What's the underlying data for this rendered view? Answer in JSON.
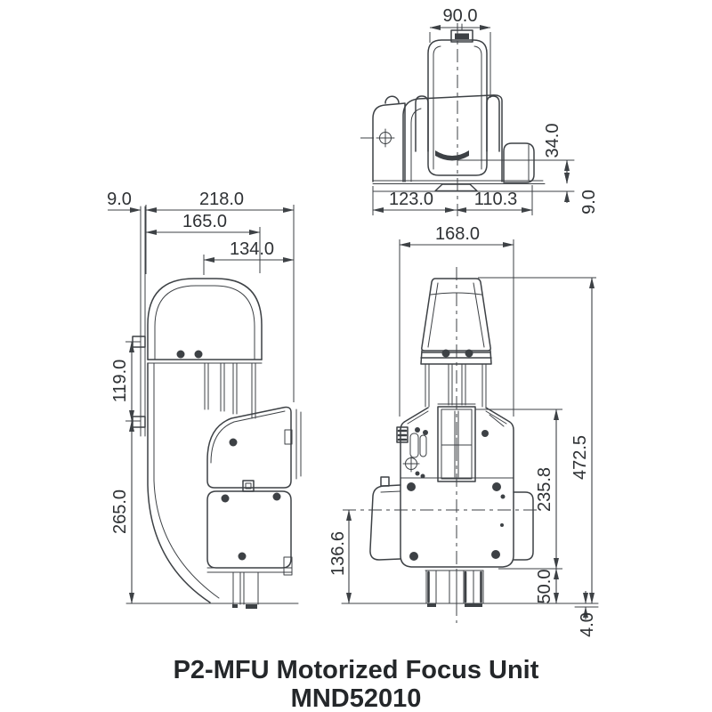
{
  "drawing": {
    "title_line1": "P2-MFU Motorized Focus Unit",
    "title_line2": "MND52010",
    "line_color": "#3d4145",
    "text_color": "#2e3134",
    "views": {
      "top": {
        "label": "top-view",
        "dims": {
          "head_width": "90.0",
          "step_height": "34.0",
          "base_offset": "9.0",
          "rear_width": "123.0",
          "front_width": "110.3"
        }
      },
      "side": {
        "label": "side-view",
        "dims": {
          "rear_offset": "9.0",
          "total_depth": "218.0",
          "dome_depth": "165.0",
          "front_depth": "134.0",
          "clip_span": "119.0",
          "lower_height": "265.0"
        }
      },
      "front": {
        "label": "front-view",
        "dims": {
          "body_width": "168.0",
          "total_height": "472.5",
          "body_height": "235.8",
          "center_height": "136.6",
          "base_height": "50.0",
          "foot_height": "4.0"
        }
      }
    }
  }
}
